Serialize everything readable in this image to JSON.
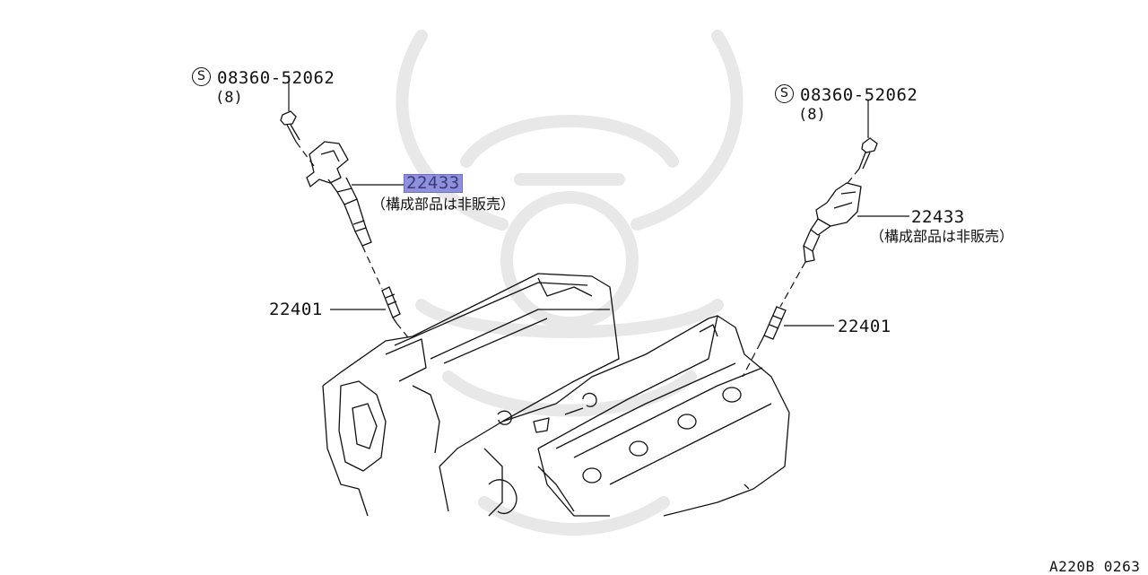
{
  "left_group": {
    "bolt_symbol": "S",
    "bolt_part": "08360-52062",
    "bolt_qty": "(8)",
    "coil_part": "22433",
    "coil_note": "（構成部品は非販売）",
    "plug_part": "22401"
  },
  "right_group": {
    "bolt_symbol": "S",
    "bolt_part": "08360-52062",
    "bolt_qty": "(8)",
    "coil_part": "22433",
    "coil_note": "（構成部品は非販売）",
    "plug_part": "22401"
  },
  "diagram_code": "A220B 0263",
  "colors": {
    "line": "#111111",
    "highlight": "#8f90dc",
    "watermark": "#e9e9e9"
  }
}
